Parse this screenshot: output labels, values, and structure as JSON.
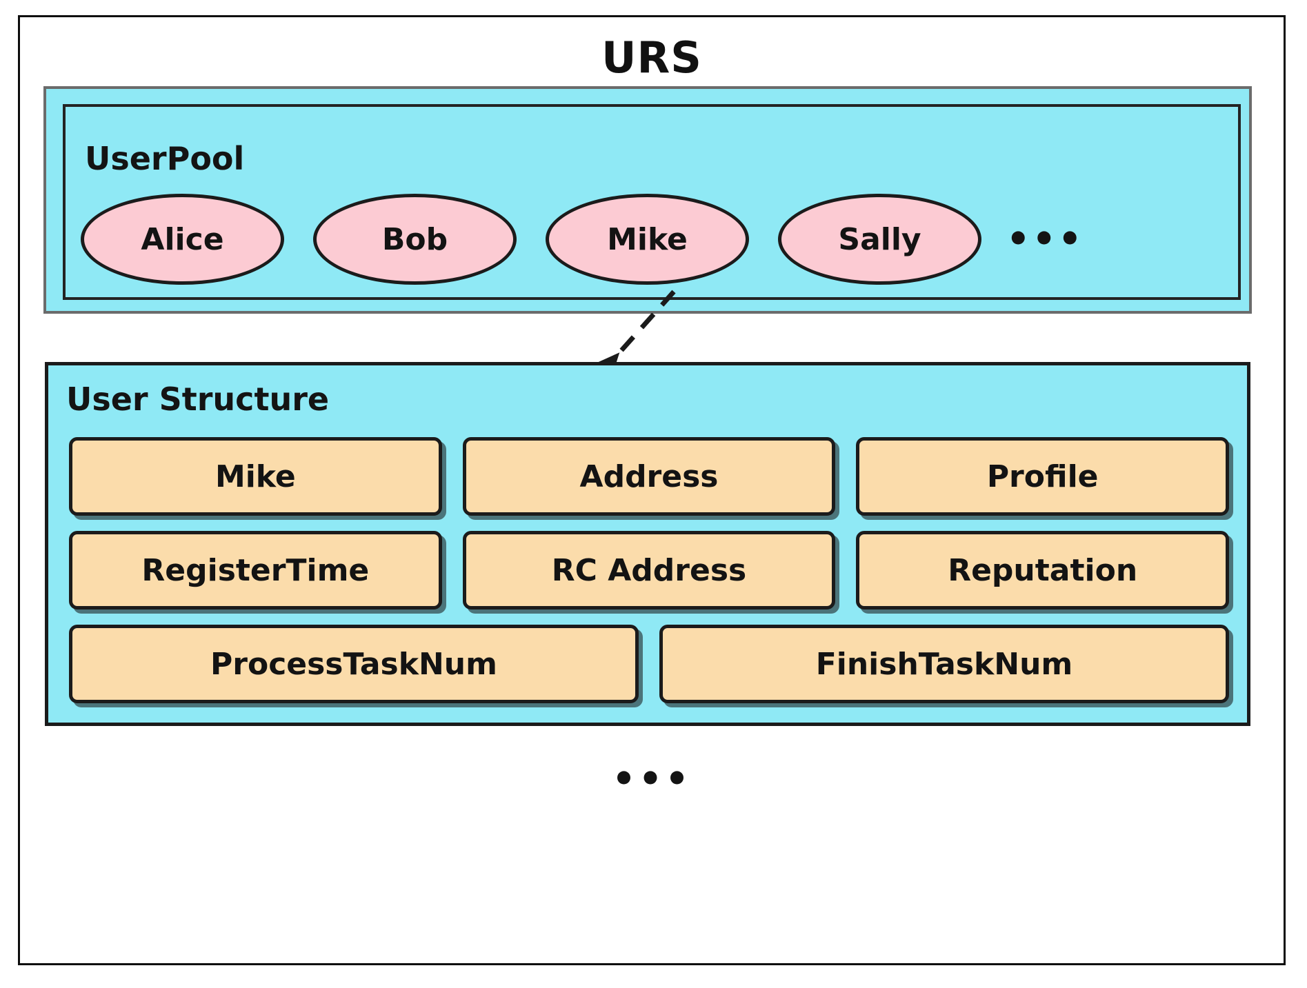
{
  "diagram": {
    "title": "URS",
    "user_pool": {
      "label": "UserPool",
      "users": [
        {
          "name": "Alice"
        },
        {
          "name": "Bob"
        },
        {
          "name": "Mike"
        },
        {
          "name": "Sally"
        }
      ],
      "overflow_ellipsis": "•••"
    },
    "connector": {
      "style": "dashed-arrow",
      "from": "Mike",
      "to": "User Structure"
    },
    "user_structure": {
      "label": "User Structure",
      "rows": [
        [
          {
            "label": "Mike"
          },
          {
            "label": "Address"
          },
          {
            "label": "Profile"
          }
        ],
        [
          {
            "label": "RegisterTime"
          },
          {
            "label": "RC Address"
          },
          {
            "label": "Reputation"
          }
        ],
        [
          {
            "label": "ProcessTaskNum"
          },
          {
            "label": "FinishTaskNum"
          }
        ]
      ]
    },
    "bottom_ellipsis": "•••",
    "colors": {
      "panel_fill": "#8FE9F5",
      "user_node_fill": "#FCCBD3",
      "field_fill": "#FBDCAB",
      "stroke": "#1b1b1b",
      "outer_stroke": "#6b6b6b",
      "background": "#ffffff"
    }
  }
}
